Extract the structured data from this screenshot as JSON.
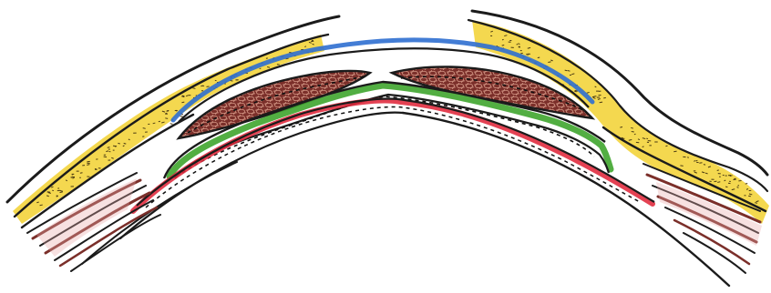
{
  "colors": {
    "background": "#ffffff",
    "outline": "#1b1b1b",
    "fat_layer": "#f2d130",
    "fat_speckle": "#4a3a12",
    "blue_layer": "#2f6fd0",
    "muscle_fill": "#7b2f2a",
    "muscle_cell": "#c98a7a",
    "green_layer": "#3fa52d",
    "red_layer": "#e0283b",
    "fiber_tint": "#e8a9a8"
  },
  "structures": [
    {
      "name": "fat-layer-left",
      "color_key": "fat_layer"
    },
    {
      "name": "fat-layer-right",
      "color_key": "fat_layer"
    },
    {
      "name": "blue-layer",
      "color_key": "blue_layer"
    },
    {
      "name": "muscle-left",
      "color_key": "muscle_fill"
    },
    {
      "name": "muscle-right",
      "color_key": "muscle_fill"
    },
    {
      "name": "green-layer",
      "color_key": "green_layer"
    },
    {
      "name": "red-layer",
      "color_key": "red_layer"
    },
    {
      "name": "fibers-left",
      "color_key": "muscle_fill"
    },
    {
      "name": "fibers-right",
      "color_key": "muscle_fill"
    }
  ]
}
